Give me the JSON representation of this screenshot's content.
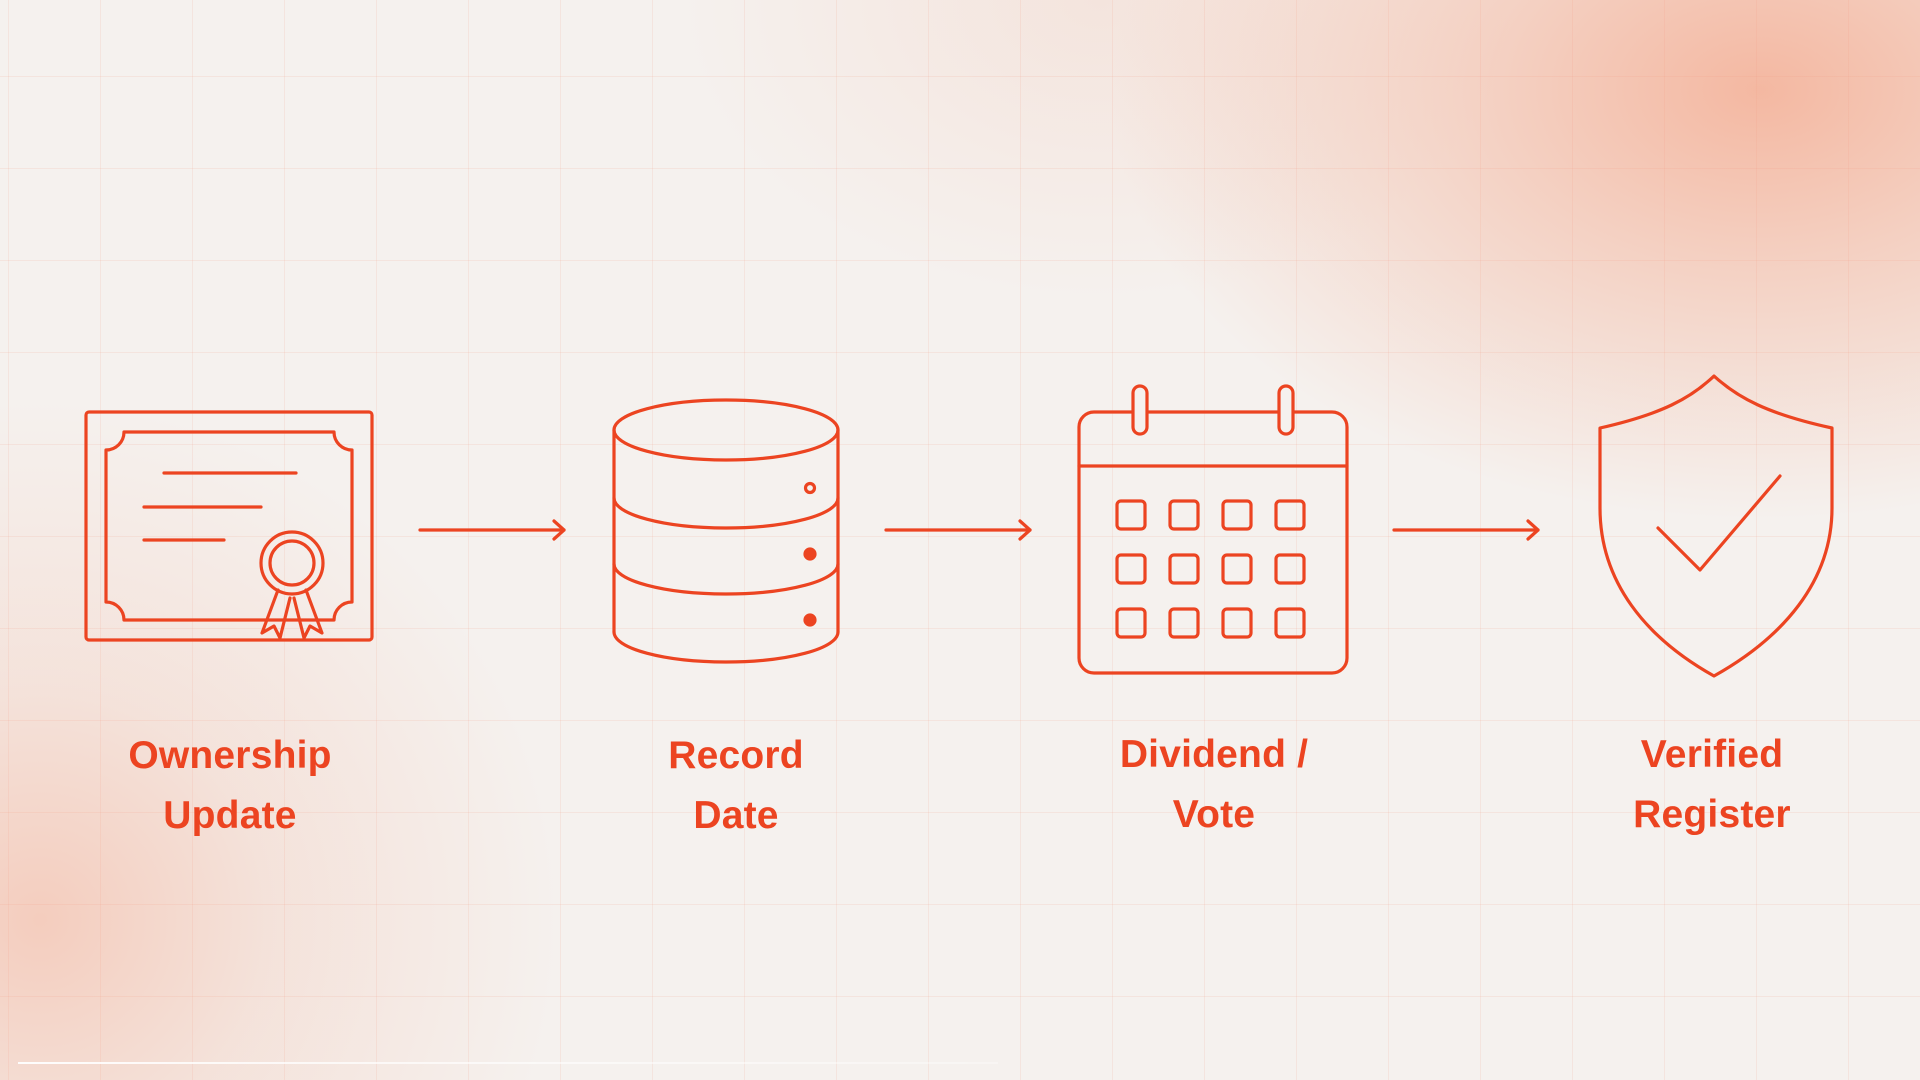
{
  "theme": {
    "accent": "#ec4421",
    "background": "#f5f1ee",
    "glow": "#f3a88c"
  },
  "steps": [
    {
      "icon": "certificate-icon",
      "label_lines": [
        "Ownership",
        "Update"
      ]
    },
    {
      "icon": "database-icon",
      "label_lines": [
        "Record",
        "Date"
      ]
    },
    {
      "icon": "calendar-icon",
      "label_lines": [
        "Dividend /",
        "Vote"
      ]
    },
    {
      "icon": "shield-check-icon",
      "label_lines": [
        "Verified",
        "Register"
      ]
    }
  ],
  "connectors": [
    "arrow-right-icon",
    "arrow-right-icon",
    "arrow-right-icon"
  ]
}
